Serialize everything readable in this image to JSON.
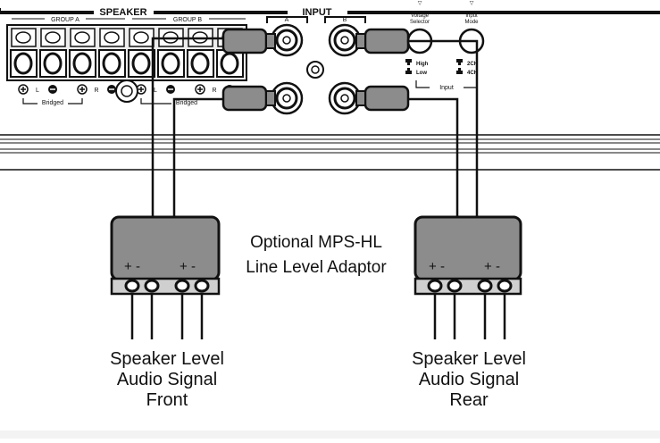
{
  "amp": {
    "speaker_header": "SPEAKER",
    "group_a": "GROUP A",
    "group_b": "GROUP B",
    "input_header": "INPUT",
    "input_a": "A",
    "input_b": "B",
    "voltage_selector": [
      "Voltage",
      "Selector"
    ],
    "input_mode": [
      "Input",
      "Mode"
    ],
    "high": "High",
    "low": "Low",
    "mode_2ch": "2CH",
    "mode_4ch": "4CH",
    "input_bracket": "Input",
    "bridged_a": "Bridged",
    "bridged_b": "Bridged",
    "left": "L",
    "right": "R"
  },
  "adaptor_label": [
    "Optional MPS-HL",
    "Line Level Adaptor"
  ],
  "adaptor_polarity": "+ -",
  "captions": {
    "front": [
      "Speaker Level",
      "Audio Signal",
      "Front"
    ],
    "rear": [
      "Speaker Level",
      "Audio Signal",
      "Rear"
    ]
  }
}
